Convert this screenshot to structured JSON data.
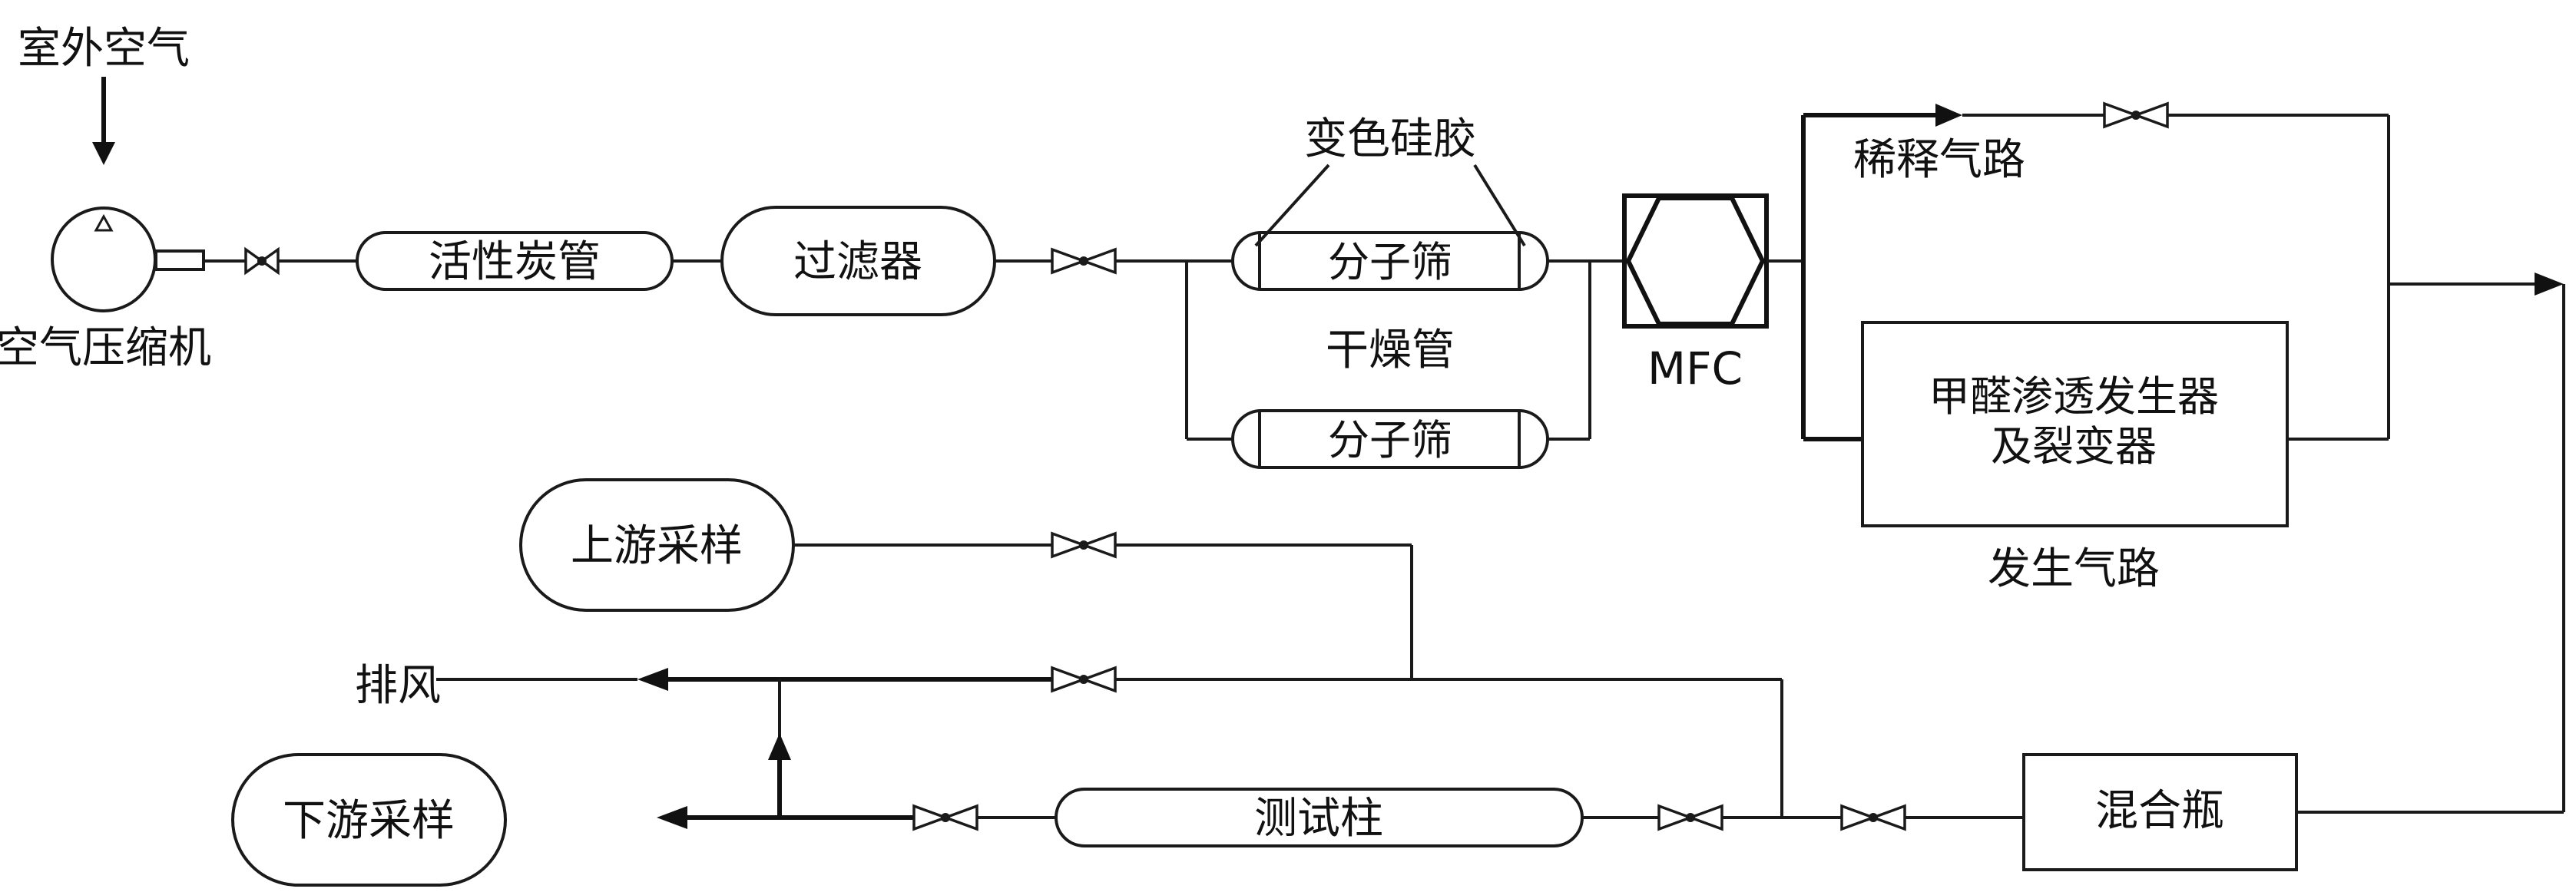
{
  "labels": {
    "outdoor_air": "室外空气",
    "compressor": "空气压缩机",
    "activated_carbon": "活性炭管",
    "filter": "过滤器",
    "color_silica": "变色硅胶",
    "sieve_top": "分子筛",
    "sieve_bottom": "分子筛",
    "dryer": "干燥管",
    "mfc": "MFC",
    "dilution_path": "稀释气路",
    "generator_line1": "甲醛渗透发生器",
    "generator_line2": "及裂变器",
    "generation_path": "发生气路",
    "upstream_sampling": "上游采样",
    "exhaust": "排风",
    "downstream_sampling": "下游采样",
    "test_column": "测试柱",
    "mixing_bottle": "混合瓶"
  }
}
